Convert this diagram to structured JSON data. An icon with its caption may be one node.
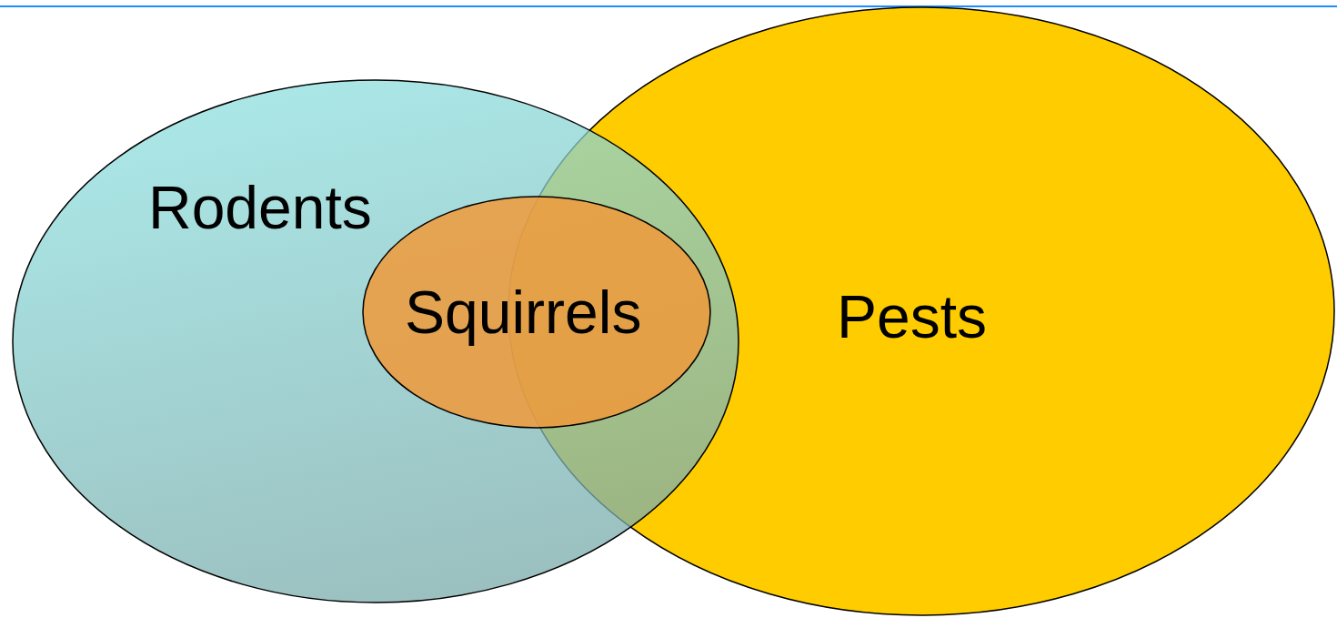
{
  "diagram": {
    "nodes": [
      {
        "text": [
          "Rodents"
        ]
      },
      {
        "text": [
          "Squirrels"
        ],
        "in": 0
      },
      {
        "text": [
          "Pests"
        ]
      }
    ]
  }
}
